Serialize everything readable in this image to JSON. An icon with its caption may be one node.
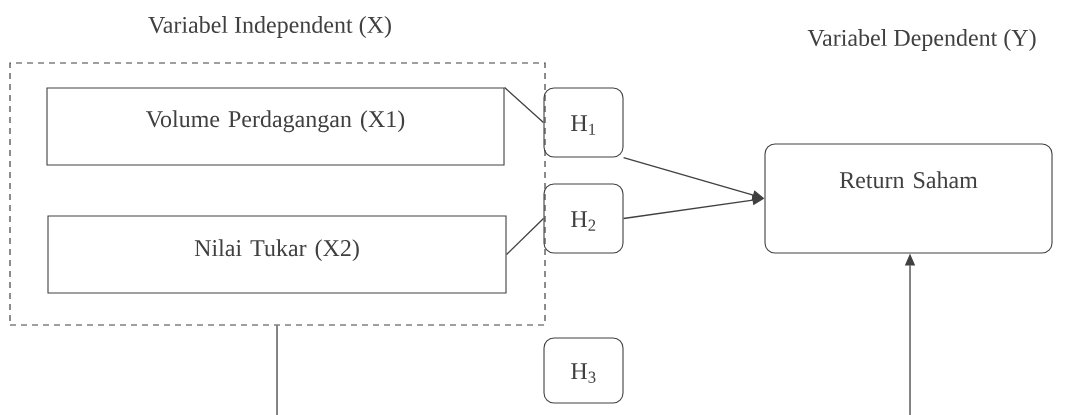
{
  "diagram": {
    "nodes": [
      {
        "text": [
          "Variabel Independent (X)"
        ]
      },
      {
        "text": [
          "Volume Perdagangan (X1)"
        ],
        "in": 0
      },
      {
        "text": [
          "Nilai Tukar (X2)"
        ],
        "in": 0
      },
      {
        "text": [
          "H$_{1}$"
        ]
      },
      {
        "text": [
          "H$_{2}$"
        ]
      },
      {
        "text": [
          "H$_{3}$"
        ]
      },
      {
        "text": [
          "Return Saham"
        ]
      }
    ],
    "edges": [
      {
        "from": 1,
        "to": 3,
        "arrow": "none"
      },
      {
        "from": 3,
        "to": 6,
        "arrow": "to"
      },
      {
        "from": 2,
        "to": 4,
        "arrow": "none"
      },
      {
        "from": 4,
        "to": 6,
        "arrow": "to"
      },
      {
        "from": 0,
        "to": null,
        "arrow": "none"
      },
      {
        "from": null,
        "to": 6,
        "arrow": "to"
      }
    ],
    "labels": [
      "Variabel Dependent (Y)"
    ]
  }
}
